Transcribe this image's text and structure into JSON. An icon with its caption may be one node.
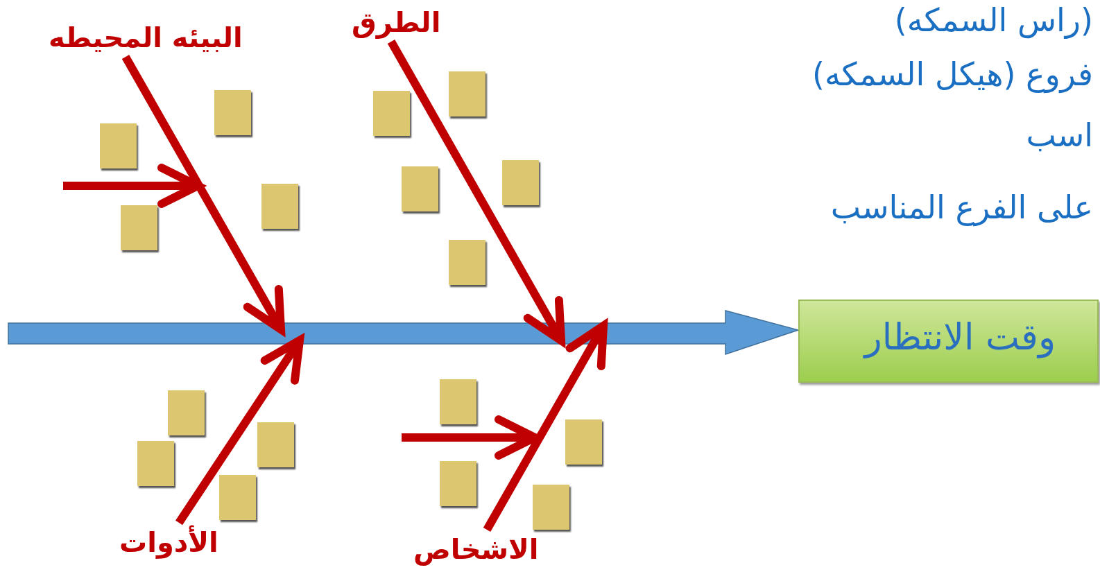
{
  "diagram": {
    "nodes": [
      {
        "text": [
          "البيئه المحيطه"
        ]
      },
      {
        "text": [
          "الطرق"
        ]
      },
      {
        "text": [
          "وقت الانتظار"
        ]
      },
      {
        "text": [
          "الأدوات"
        ]
      },
      {
        "text": [
          "الاشخاص"
        ]
      }
    ],
    "edges": [
      {
        "from": null,
        "to": 2,
        "arrow": "to",
        "style": "thick",
        "color": "#5b9bd5"
      },
      {
        "from": 0,
        "to": null,
        "arrow": "to"
      },
      {
        "from": 1,
        "to": null,
        "arrow": "to"
      },
      {
        "from": 3,
        "to": null,
        "arrow": "to"
      },
      {
        "from": 4,
        "to": null,
        "arrow": "to"
      }
    ],
    "labels": [
      "(راس السمكه)",
      "فروع (هيكل السمكه)",
      "اسب",
      "على الفرع المناسب"
    ]
  }
}
